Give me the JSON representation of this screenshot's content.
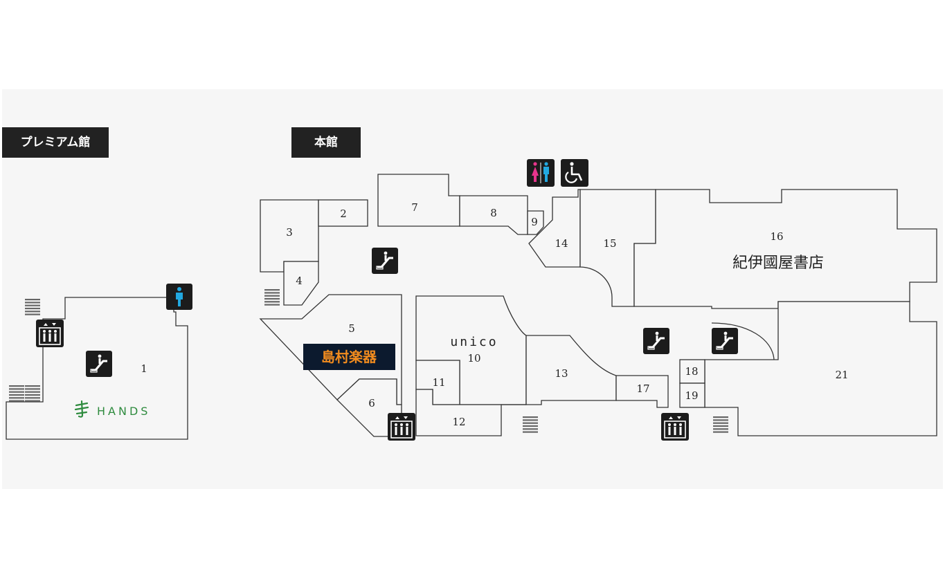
{
  "buildings": {
    "premium": "プレミアム館",
    "main": "本館"
  },
  "stores": {
    "s1": "1",
    "s2": "2",
    "s3": "3",
    "s4": "4",
    "s5": "5",
    "s6": "6",
    "s7": "7",
    "s8": "8",
    "s9": "9",
    "s10": "10",
    "s11": "11",
    "s12": "12",
    "s13": "13",
    "s14": "14",
    "s15": "15",
    "s16": "16",
    "s17": "17",
    "s18": "18",
    "s19": "19",
    "s21": "21"
  },
  "brands": {
    "hands": "HANDS",
    "shimamura": "島村楽器",
    "unico": "unico",
    "kinokuniya": "紀伊國屋書店"
  },
  "colors": {
    "panel_bg": "#f6f6f6",
    "label_bg": "#222222",
    "icon_bg": "#1c1c1c",
    "hands_green": "#2e8b3e",
    "shimamura_orange": "#f28c1e",
    "shimamura_bg": "#0c1a2e",
    "restroom_female": "#e8348c",
    "restroom_male": "#22a8e0"
  },
  "icons": [
    "escalator-icon",
    "elevator-icon",
    "restroom-icon",
    "mens-restroom-icon",
    "accessible-restroom-icon",
    "stairs-icon"
  ]
}
